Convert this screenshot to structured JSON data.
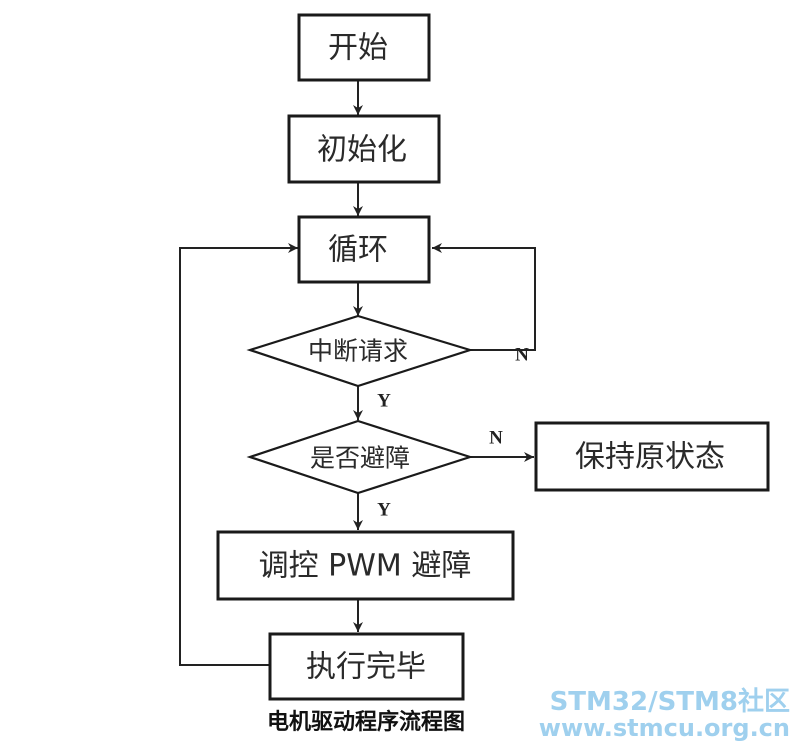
{
  "diagram": {
    "nodes": {
      "start": "开始",
      "init": "初始化",
      "loop": "循环",
      "interrupt": "中断请求",
      "obstacle": "是否避障",
      "keep_state": "保持原状态",
      "pwm": "调控 PWM 避障",
      "done": "执行完毕"
    },
    "edge_labels": {
      "interrupt_no": "N",
      "interrupt_yes": "Y",
      "obstacle_no": "N",
      "obstacle_yes": "Y"
    },
    "caption": "电机驱动程序流程图"
  },
  "watermark": {
    "line1": "STM32/STM8社区",
    "line2": "www.stmcu.org.cn"
  }
}
